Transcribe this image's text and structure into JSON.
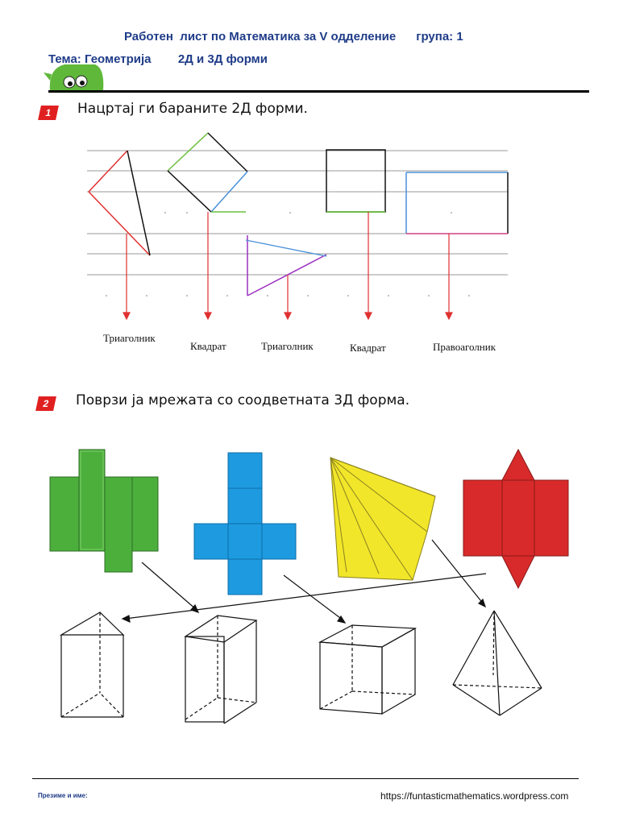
{
  "header": {
    "title": "Работен  лист по Математика за V одделение      група: 1",
    "topic": "Тема: Геометрија        2Д и 3Д форми"
  },
  "task1": {
    "number": "1",
    "instruction": "Нацртај ги бараните 2Д форми.",
    "labels": [
      "Триаголник",
      "Квадрат",
      "Триаголник",
      "Квадрат",
      "Правоаголник"
    ]
  },
  "task2": {
    "number": "2",
    "instruction": "Поврзи ја мрежата со соодветната 3Д форма."
  },
  "footer": {
    "name_label": "Презиме и име:",
    "url": "https://funtasticmathematics.wordpress.com"
  },
  "colors": {
    "heading": "#1f3c88",
    "accent_red": "#e02020",
    "net_green": "#4caf3c",
    "net_blue": "#1e9be0",
    "net_yellow": "#f2e62a",
    "net_red": "#d82a2a"
  }
}
